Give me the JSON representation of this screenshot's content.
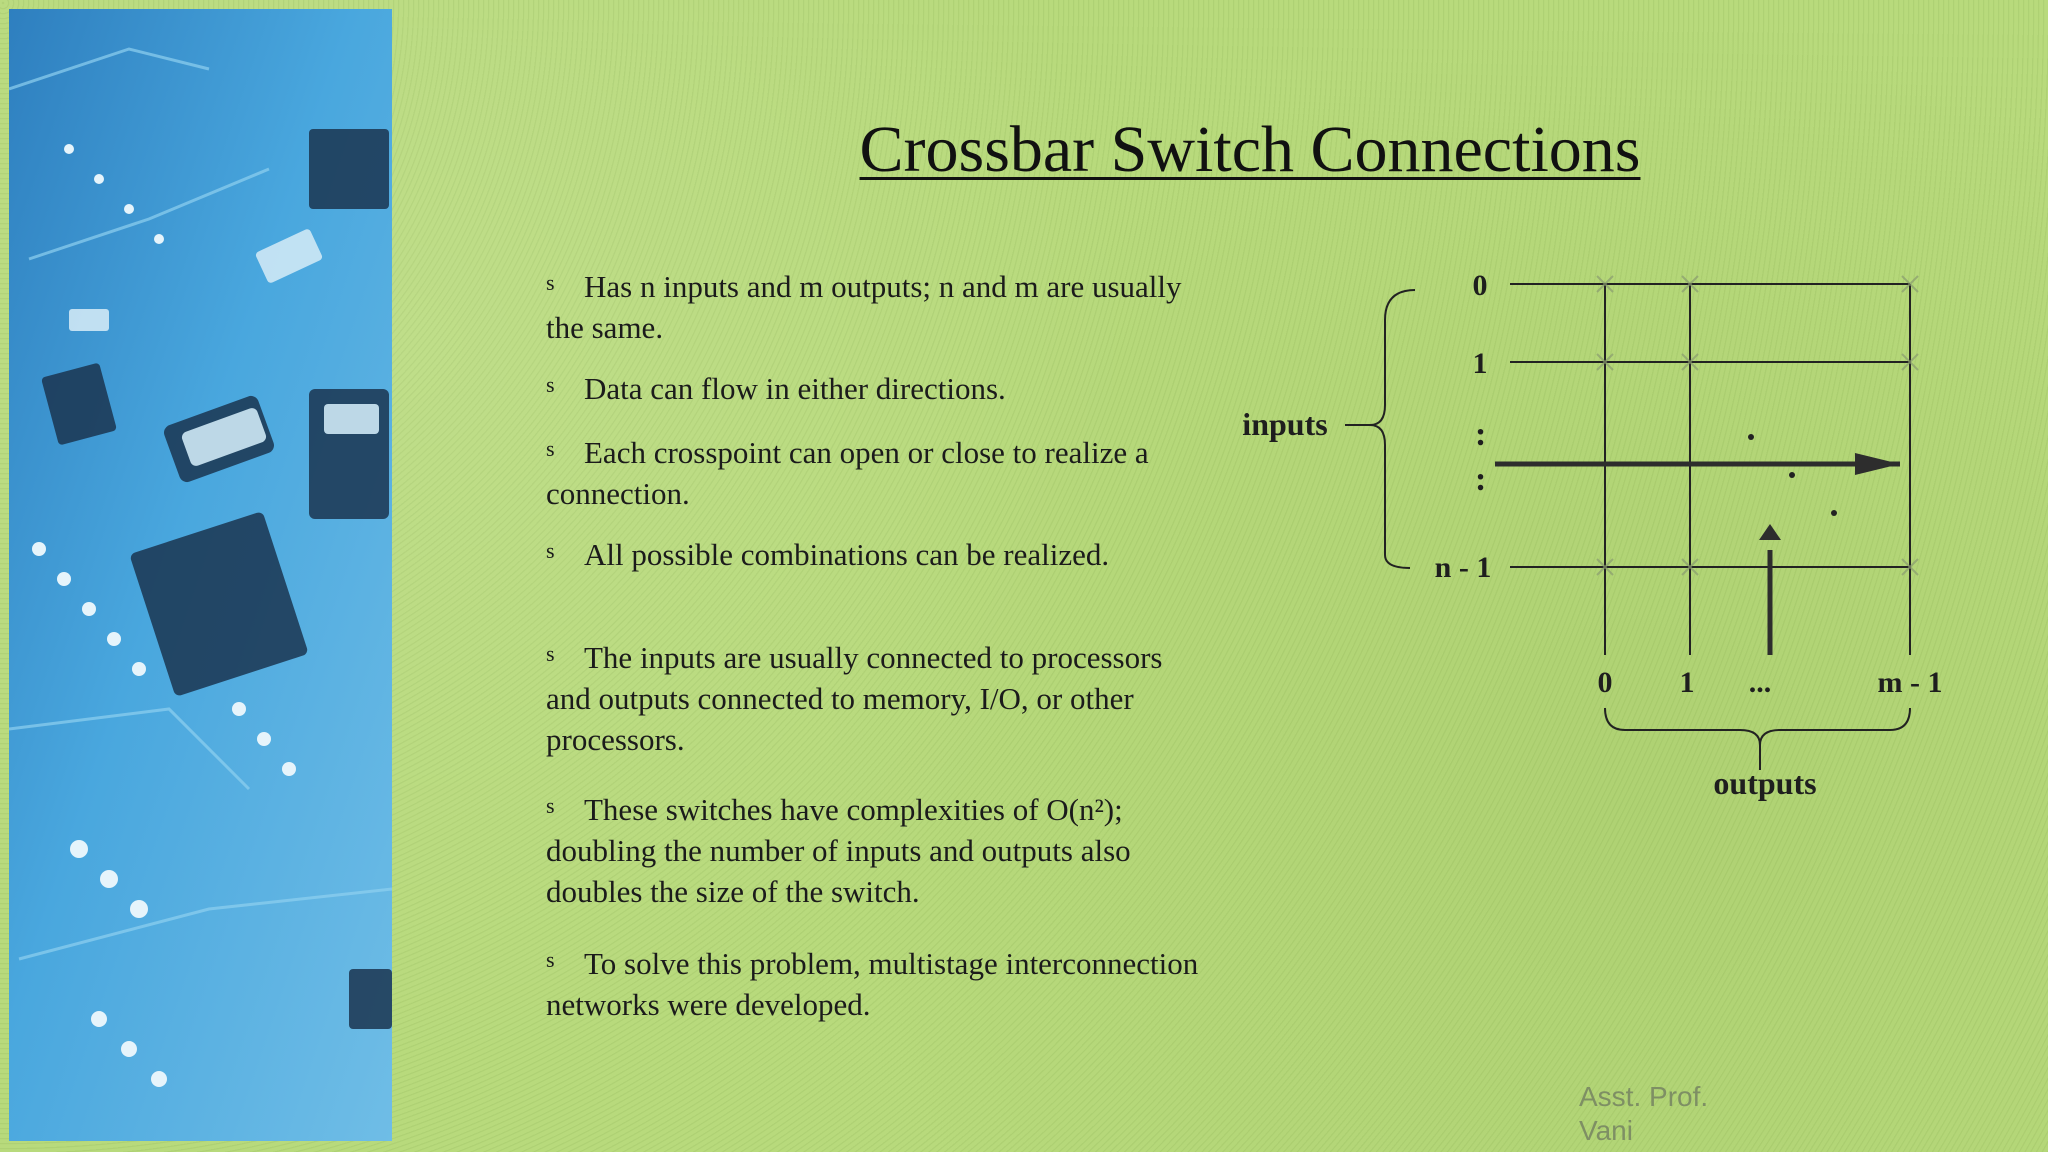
{
  "title": "Crossbar Switch Connections",
  "bullet_marker": "s",
  "bullets": [
    "Has n inputs and m outputs; n and m are usually the same.",
    "Data can flow in either directions.",
    "Each crosspoint can open or close to realize a connection.",
    "All possible combinations can be realized.",
    "The inputs are usually connected to processors and outputs connected to memory, I/O, or other processors.",
    "These switches have complexities of O(n²); doubling the number of inputs and outputs also doubles the size of the switch.",
    "To solve this problem, multistage interconnection networks were developed."
  ],
  "diagram": {
    "input_labels": [
      "0",
      "1",
      "n - 1"
    ],
    "input_ellipsis": ":",
    "output_labels": [
      "0",
      "1",
      "...",
      "m - 1"
    ],
    "inputs_label": "inputs",
    "outputs_label": "outputs"
  },
  "footer": {
    "line1": "Asst. Prof.",
    "line2": "Vani"
  }
}
